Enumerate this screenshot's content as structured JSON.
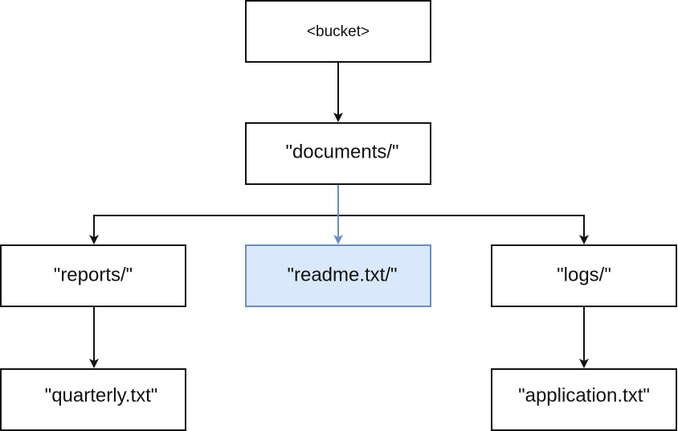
{
  "diagram": {
    "colors": {
      "default_fill": "#ffffff",
      "default_stroke": "#111111",
      "highlight_fill": "#dae8fc",
      "highlight_stroke": "#6c8ebf"
    },
    "nodes": {
      "bucket": {
        "label": "<bucket>"
      },
      "documents": {
        "label": "\"documents/\""
      },
      "reports": {
        "label": "\"reports/\""
      },
      "readme": {
        "label": "\"readme.txt/\"",
        "highlighted": true
      },
      "logs": {
        "label": "\"logs/\""
      },
      "quarterly": {
        "label": "\"quarterly.txt\""
      },
      "application": {
        "label": "\"application.txt\""
      }
    },
    "edges": [
      {
        "from": "bucket",
        "to": "documents"
      },
      {
        "from": "documents",
        "to": "reports"
      },
      {
        "from": "documents",
        "to": "readme"
      },
      {
        "from": "documents",
        "to": "logs"
      },
      {
        "from": "reports",
        "to": "quarterly"
      },
      {
        "from": "logs",
        "to": "application"
      }
    ]
  }
}
